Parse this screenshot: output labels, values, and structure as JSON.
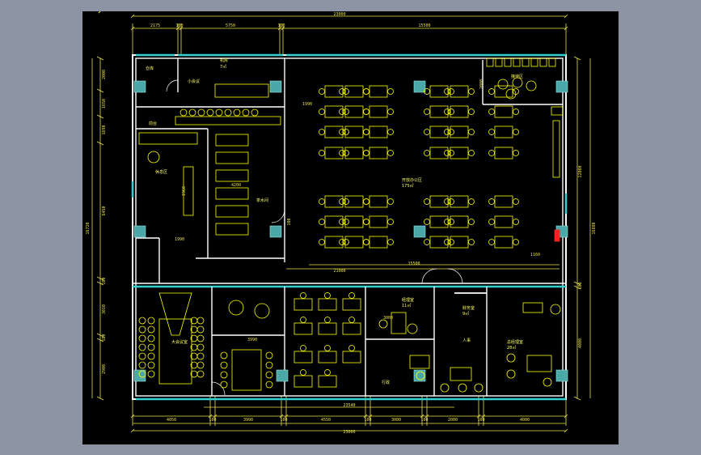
{
  "colors": {
    "background": "#8c94a4",
    "canvas": "#000000",
    "wall": "#ffffff",
    "dimension": "#e8e04a",
    "window": "#33d0d0",
    "furniture": "#ffff00",
    "column": "#4aa8a8",
    "red_marker": "#ff2020"
  },
  "dimensions": {
    "top_overall": "23000",
    "top_segments": [
      "2175",
      "100",
      "5750",
      "100",
      "15500"
    ],
    "bottom_overall": "23000",
    "bottom_mid": "23540",
    "bottom_segments": [
      "4050",
      "100",
      "3990",
      "100",
      "4550",
      "100",
      "3000",
      "100",
      "2000",
      "100",
      "4000"
    ],
    "left_overall": "16720",
    "left_segments": [
      "2000",
      "1650",
      "1690",
      "6450",
      "100",
      "3010",
      "100",
      "2900"
    ],
    "right_overall": "16880",
    "right_segments": [
      "12000",
      "100",
      "4000"
    ],
    "interior": [
      "1990",
      "21000",
      "15500",
      "2000",
      "1160",
      "1990",
      "4200",
      "3990",
      "100",
      "1960",
      "3000"
    ]
  },
  "rooms": {
    "storage": "仓库",
    "server": "机房",
    "meeting_small": "小会议",
    "reception": "前台",
    "lounge": "休息区",
    "pantry": "茶水间",
    "open_office": "开放办公区",
    "manager": "经理室",
    "finance": "财务室",
    "admin": "行政",
    "hr": "人事",
    "ceo": "总经理室",
    "big_meeting": "大会议室",
    "tea": "接待区"
  },
  "room_areas": {
    "open_office": "175㎡",
    "server": "7㎡",
    "manager": "11㎡",
    "finance": "9㎡",
    "ceo": "28㎡"
  }
}
